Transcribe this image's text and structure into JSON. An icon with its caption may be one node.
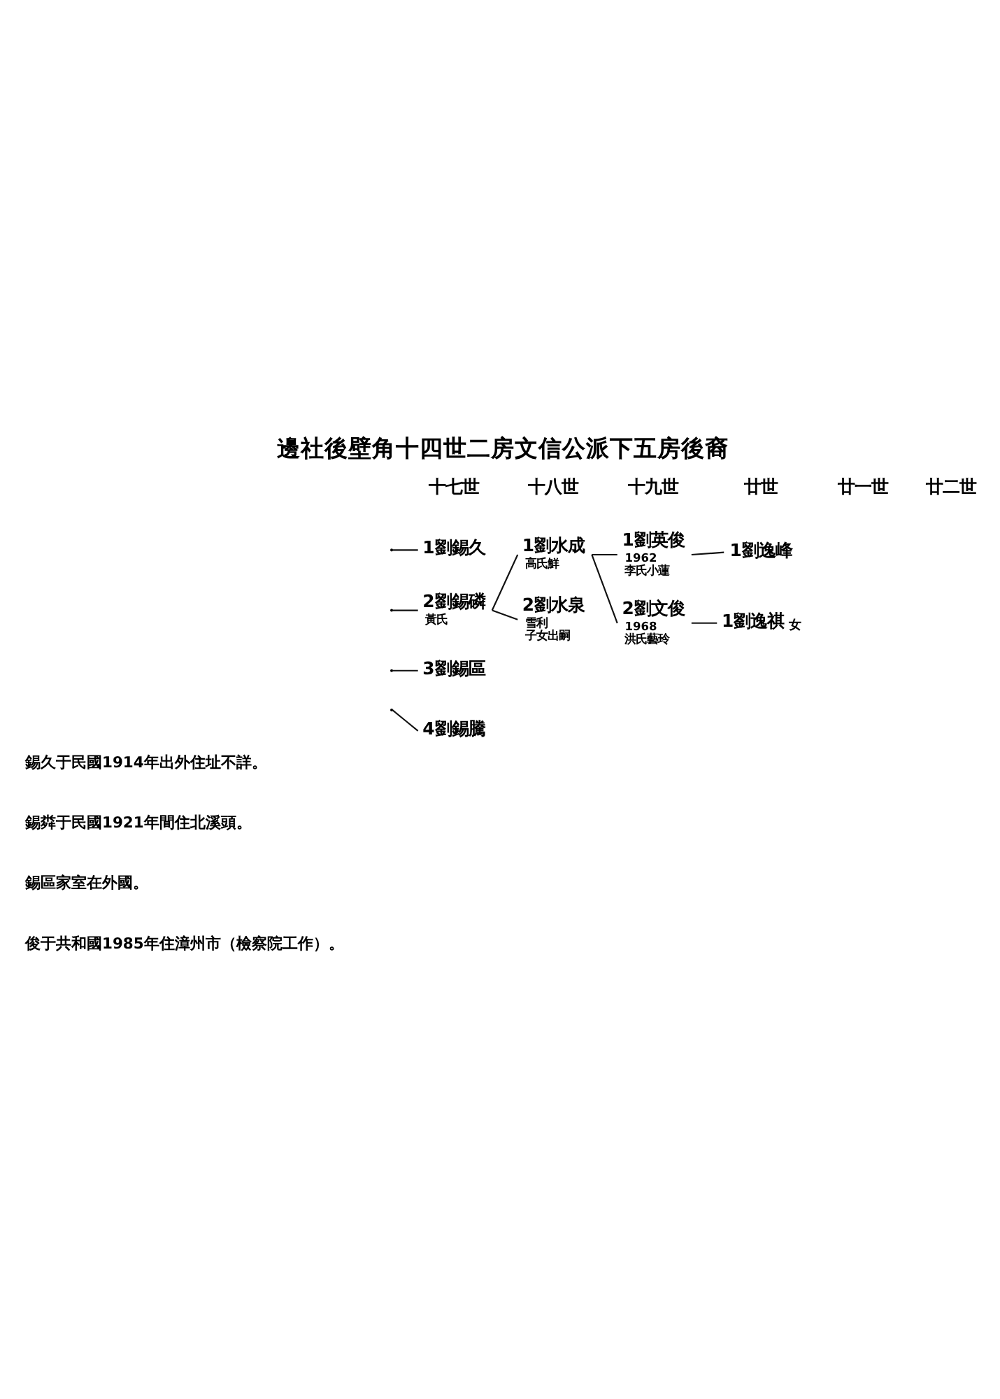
{
  "diagram": {
    "title": "邊社後壁角十四世二房文信公派下五房後裔",
    "nodes": [
      {
        "text": [
          "1劉錫久"
        ]
      },
      {
        "text": [
          "2劉錫磷",
          "黃氏"
        ]
      },
      {
        "text": [
          "3劉錫區"
        ]
      },
      {
        "text": [
          "4劉錫騰"
        ]
      },
      {
        "text": [
          "1劉水成",
          "高氏鮮"
        ]
      },
      {
        "text": [
          "2劉水泉",
          "雪利",
          "子女出嗣"
        ]
      },
      {
        "text": [
          "1劉英俊",
          "1962",
          "李氏小蓮"
        ]
      },
      {
        "text": [
          "2劉文俊",
          "1968",
          "洪氏藝玲"
        ]
      },
      {
        "text": [
          "1劉逸峰"
        ]
      },
      {
        "text": [
          "1劉逸祺"
        ],
        "beside": [
          "女"
        ]
      }
    ],
    "edges": [
      {
        "from": null,
        "to": 0,
        "arrow": "none"
      },
      {
        "from": null,
        "to": 1,
        "arrow": "none"
      },
      {
        "from": null,
        "to": 2,
        "arrow": "none"
      },
      {
        "from": null,
        "to": 3,
        "arrow": "none"
      },
      {
        "from": 1,
        "to": 4,
        "arrow": "none"
      },
      {
        "from": 1,
        "to": 5,
        "arrow": "none"
      },
      {
        "from": 4,
        "to": 6,
        "arrow": "none"
      },
      {
        "from": 4,
        "to": 7,
        "arrow": "none"
      },
      {
        "from": 6,
        "to": 8,
        "arrow": "none"
      },
      {
        "from": 7,
        "to": 9,
        "arrow": "none"
      }
    ],
    "labels": [
      "十七世",
      "十八世",
      "十九世",
      "廿世",
      "廿一世",
      "廿二世",
      "錫久于民國1914年出外住址不詳。",
      "錫粦于民國1921年間住北溪頭。",
      "錫區家室在外國。",
      "俊于共和國1985年住漳州市（檢察院工作）。"
    ]
  }
}
